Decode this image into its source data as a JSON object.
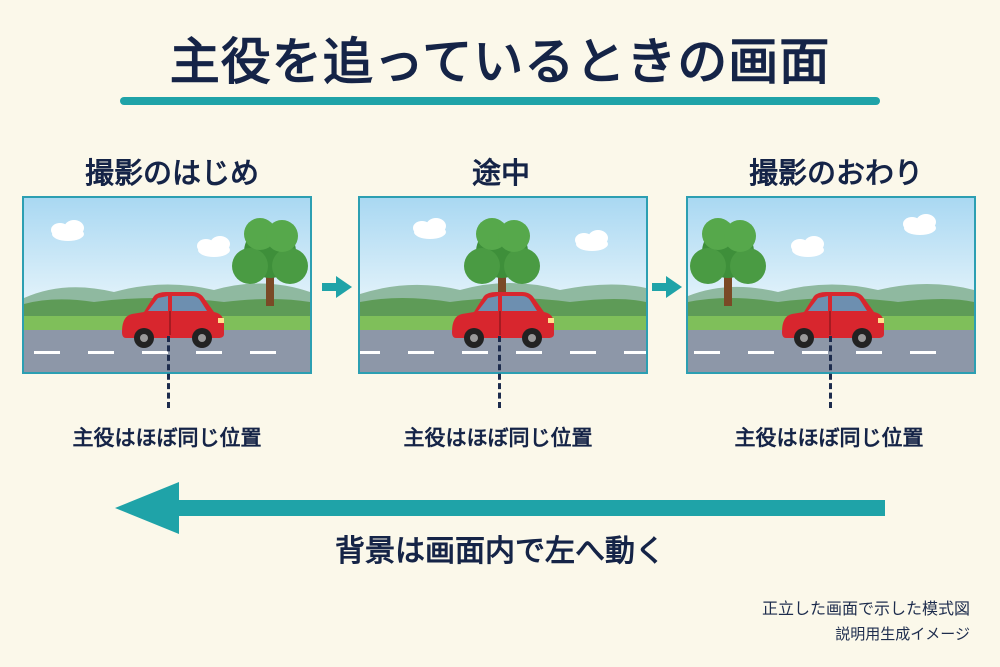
{
  "title": "主役を追っているときの画面",
  "panels": [
    {
      "label": "撮影のはじめ",
      "caption": "主役はほぼ同じ位置"
    },
    {
      "label": "途中",
      "caption": "主役はほぼ同じ位置"
    },
    {
      "label": "撮影のおわり",
      "caption": "主役はほぼ同じ位置"
    }
  ],
  "background_caption": "背景は画面内で左へ動く",
  "notes": {
    "line1": "正立した画面で示した模式図",
    "line2": "説明用生成イメージ"
  },
  "colors": {
    "accent": "#1fa3a8",
    "navy": "#152447",
    "car": "#d8262e",
    "tree": "#3e8f3a",
    "sky": "#cfe9f7",
    "road": "#8d97a8"
  },
  "icons": [
    "car-icon",
    "tree-icon",
    "cloud-icon",
    "arrow-right-icon",
    "arrow-left-icon"
  ]
}
